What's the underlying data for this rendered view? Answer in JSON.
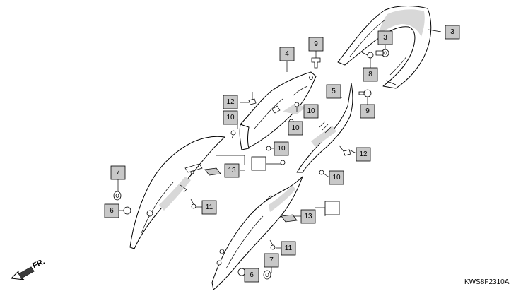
{
  "diagram": {
    "code": "KWS8F2310A",
    "front_marker": "FR.",
    "callouts": [
      {
        "id": "c3a",
        "label": "3"
      },
      {
        "id": "c3b",
        "label": "3"
      },
      {
        "id": "c4",
        "label": "4"
      },
      {
        "id": "c5",
        "label": "5"
      },
      {
        "id": "c6a",
        "label": "6"
      },
      {
        "id": "c6b",
        "label": "6"
      },
      {
        "id": "c7a",
        "label": "7"
      },
      {
        "id": "c7b",
        "label": "7"
      },
      {
        "id": "c8",
        "label": "8"
      },
      {
        "id": "c9a",
        "label": "9"
      },
      {
        "id": "c9b",
        "label": "9"
      },
      {
        "id": "c10a",
        "label": "10"
      },
      {
        "id": "c10b",
        "label": "10"
      },
      {
        "id": "c10c",
        "label": "10"
      },
      {
        "id": "c10d",
        "label": "10"
      },
      {
        "id": "c10e",
        "label": "10"
      },
      {
        "id": "c11a",
        "label": "11"
      },
      {
        "id": "c11b",
        "label": "11"
      },
      {
        "id": "c12a",
        "label": "12"
      },
      {
        "id": "c12b",
        "label": "12"
      },
      {
        "id": "c13a",
        "label": "13"
      },
      {
        "id": "c13b",
        "label": "13"
      }
    ]
  }
}
